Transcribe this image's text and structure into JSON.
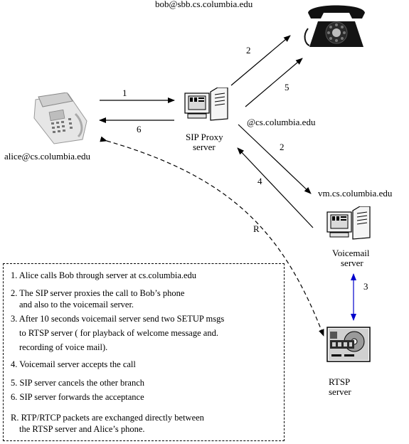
{
  "labels": {
    "bob": "bob@sbb.cs.columbia.edu",
    "alice": "alice@cs.columbia.edu",
    "proxy_line1": "SIP Proxy",
    "proxy_line2": "server",
    "proxy_domain": "@cs.columbia.edu",
    "vm_domain": "vm.cs.columbia.edu",
    "vm_line1": "Voicemail",
    "vm_line2": "server",
    "rtsp_line1": "RTSP",
    "rtsp_line2": "server"
  },
  "arrows": {
    "a1": "1",
    "a6": "6",
    "a2_bob": "2",
    "a5": "5",
    "a2_vm": "2",
    "a4": "4",
    "aR": "R",
    "a3": "3"
  },
  "steps": [
    {
      "line1": "1. Alice calls Bob through server at cs.columbia.edu",
      "line2": ""
    },
    {
      "line1": "2. The SIP server proxies the call to Bob’s phone",
      "line2": "and also to the voicemail server."
    },
    {
      "line1": "3. After 10 seconds voicemail server send two SETUP msgs",
      "line2": "to RTSP server ( for playback of welcome message and.",
      "line3": "recording of voice mail)."
    },
    {
      "line1": "4. Voicemail server accepts the call",
      "line2": ""
    },
    {
      "line1": "5. SIP server cancels the other branch",
      "line2": ""
    },
    {
      "line1": "6. SIP server forwards the acceptance",
      "line2": ""
    },
    {
      "line1": "R. RTP/RTCP packets are exchanged directly between",
      "line2": "the RTSP server and Alice’s phone."
    }
  ],
  "colors": {
    "link_3": "#0000cc"
  },
  "icons": [
    "desk-phone-icon",
    "rotary-phone-icon",
    "sip-proxy-computer-icon",
    "voicemail-computer-icon",
    "rtsp-server-icon"
  ]
}
